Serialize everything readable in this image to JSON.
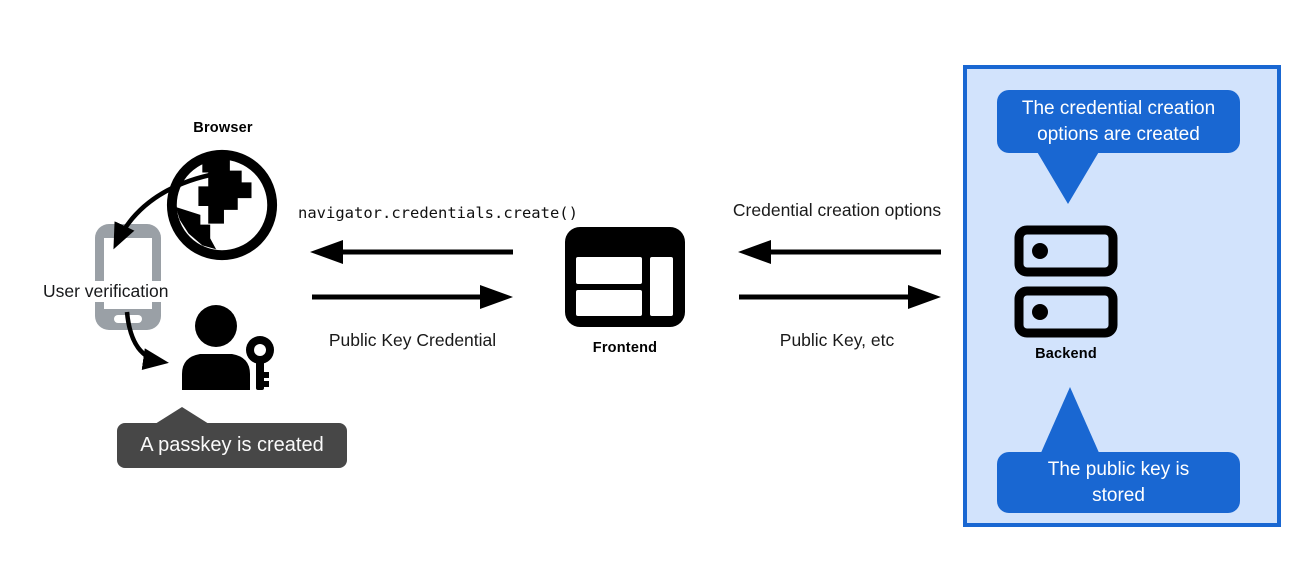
{
  "nodes": {
    "browser": {
      "label": "Browser"
    },
    "user_verification": {
      "label": "User verification"
    },
    "frontend": {
      "label": "Frontend"
    },
    "backend": {
      "label": "Backend"
    }
  },
  "arrows": {
    "to_browser": {
      "label": "navigator.credentials.create()",
      "direction": "left"
    },
    "from_browser": {
      "label": "Public Key Credential",
      "direction": "right"
    },
    "to_frontend": {
      "label": "Credential creation options",
      "direction": "left"
    },
    "to_backend": {
      "label": "Public Key, etc",
      "direction": "right"
    }
  },
  "callouts": {
    "passkey": {
      "text": "A passkey is created"
    },
    "options_created": {
      "text": "The credential creation options are created"
    },
    "key_stored": {
      "text": "The public key is stored"
    }
  },
  "icons": {
    "browser": "globe-icon",
    "user_verification": "phone-icon",
    "passkey_user": "person-key-icon",
    "frontend": "browser-window-icon",
    "backend": "server-stack-icon"
  },
  "colors": {
    "panel_background": "#d2e3fc",
    "panel_border": "#1967d2",
    "bubble_blue": "#1967d2",
    "bubble_text": "#ffffff",
    "tooltip_dark": "#474747",
    "tooltip_text": "#fafafa",
    "phone_gray": "#9aa0a6",
    "ink": "#000000",
    "background": "#ffffff"
  }
}
